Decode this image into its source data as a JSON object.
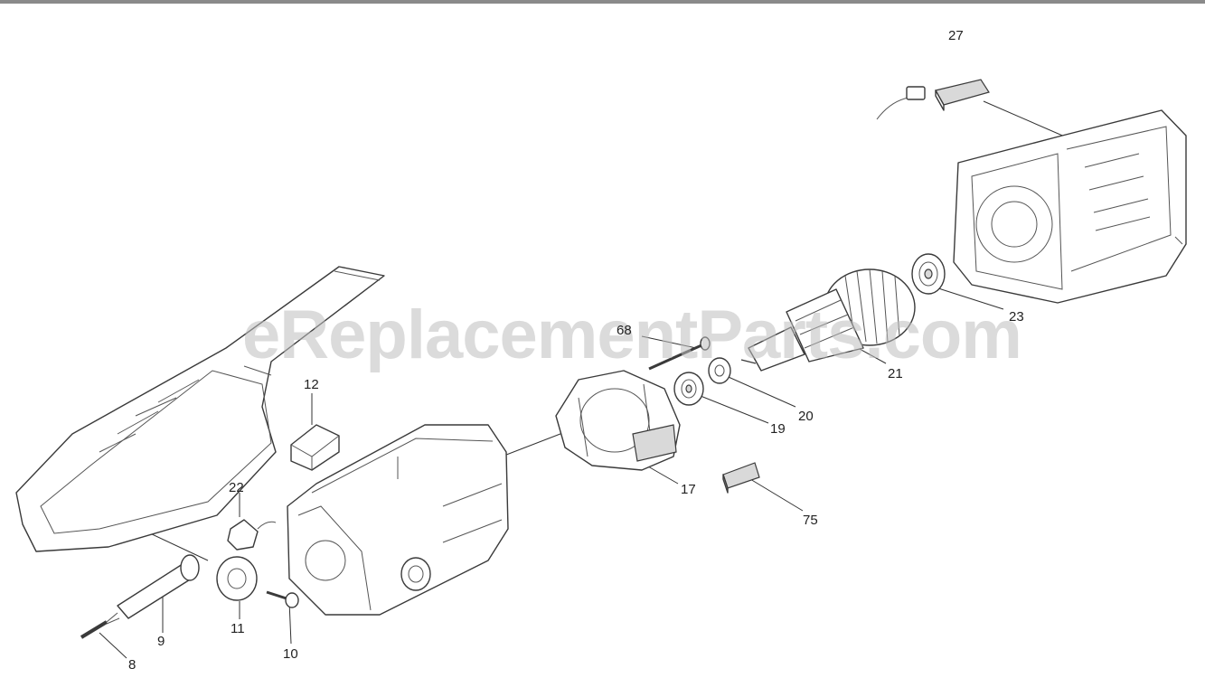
{
  "watermark": "eReplacementParts.com",
  "callouts": [
    {
      "id": "8",
      "label": "8"
    },
    {
      "id": "9",
      "label": "9"
    },
    {
      "id": "10",
      "label": "10"
    },
    {
      "id": "11",
      "label": "11"
    },
    {
      "id": "12",
      "label": "12"
    },
    {
      "id": "17",
      "label": "17"
    },
    {
      "id": "19",
      "label": "19"
    },
    {
      "id": "20",
      "label": "20"
    },
    {
      "id": "21",
      "label": "21"
    },
    {
      "id": "22",
      "label": "22"
    },
    {
      "id": "23",
      "label": "23"
    },
    {
      "id": "27",
      "label": "27"
    },
    {
      "id": "68",
      "label": "68"
    },
    {
      "id": "75",
      "label": "75"
    }
  ]
}
